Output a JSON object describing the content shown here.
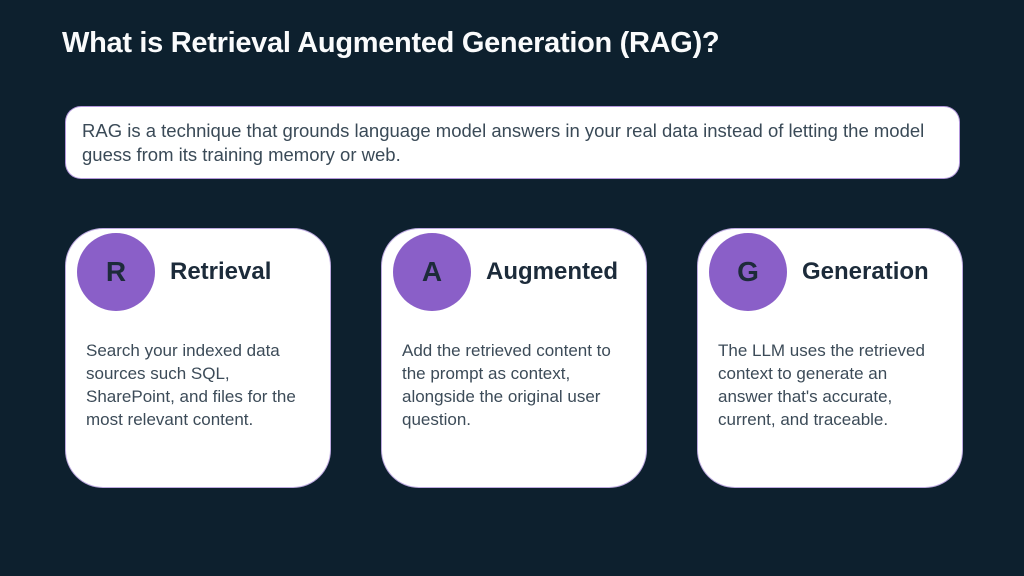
{
  "colors": {
    "background": "#0d202e",
    "accent_purple": "#8a5fc8",
    "card_border": "#a58cd4",
    "title_text": "#fafbfc",
    "body_text": "#3c4b58"
  },
  "slide": {
    "title": "What is Retrieval Augmented Generation (RAG)?",
    "intro": "RAG is a technique that grounds language model answers in your real data instead of letting the model guess from its training memory or web."
  },
  "cards": [
    {
      "letter": "R",
      "title": "Retrieval",
      "body": "Search your indexed data sources such SQL, SharePoint, and files for the most relevant content."
    },
    {
      "letter": "A",
      "title": "Augmented",
      "body": "Add the retrieved content to the prompt as context, alongside the original user question."
    },
    {
      "letter": "G",
      "title": "Generation",
      "body": "The LLM uses the retrieved context to generate an answer that's accurate, current, and traceable."
    }
  ]
}
